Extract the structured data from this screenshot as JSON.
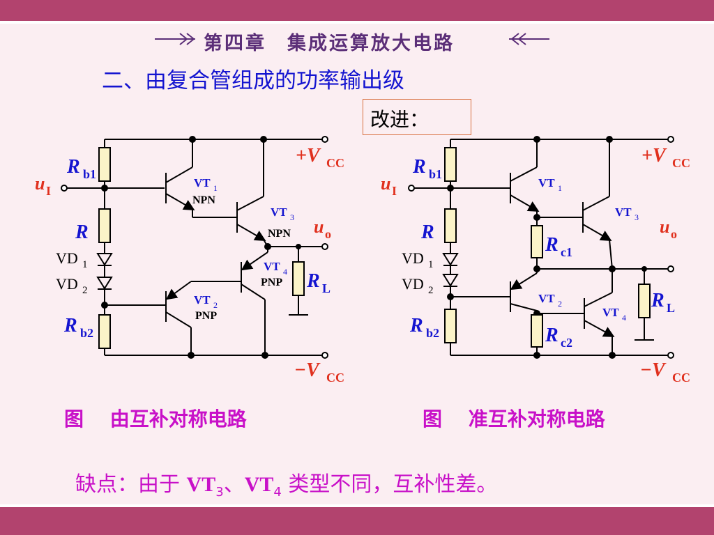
{
  "header": {
    "chapter_title": "第四章　集成运算放大电路"
  },
  "section_title": "二、由复合管组成的功率输出级",
  "improve_box": "改进：",
  "captions": {
    "left": "图　 由互补对称电路",
    "right": "图　 准互补对称电路"
  },
  "footer": {
    "prefix": "缺点：由于 ",
    "vt3": "VT",
    "vt3_sub": "3",
    "sep": "、",
    "vt4": "VT",
    "vt4_sub": "4",
    "suffix": " 类型不同，互补性差。"
  },
  "labels": {
    "rb1": "R",
    "rb1_sub": "b1",
    "rb2": "R",
    "rb2_sub": "b2",
    "r": "R",
    "ui": "u",
    "ui_sub": "I",
    "uo": "u",
    "uo_sub": "o",
    "vcc_pos": "+V",
    "vcc_neg": "−V",
    "vcc_sub": "CC",
    "vd1": "VD",
    "vd1_sub": "1",
    "vd2": "VD",
    "vd2_sub": "2",
    "rl": "R",
    "rl_sub": "L",
    "vt": "VT",
    "vt1_sub": "1",
    "vt2_sub": "2",
    "vt3_sub": "3",
    "vt4_sub": "4",
    "npn": "NPN",
    "pnp": "PNP",
    "rc1": "R",
    "rc1_sub": "c1",
    "rc2": "R",
    "rc2_sub": "c2"
  },
  "colors": {
    "bar": "#b2436e",
    "title_blue": "#1414d0",
    "caption_magenta": "#c810c8",
    "accent_red": "#e0301e",
    "header_purple": "#5b2e78"
  }
}
